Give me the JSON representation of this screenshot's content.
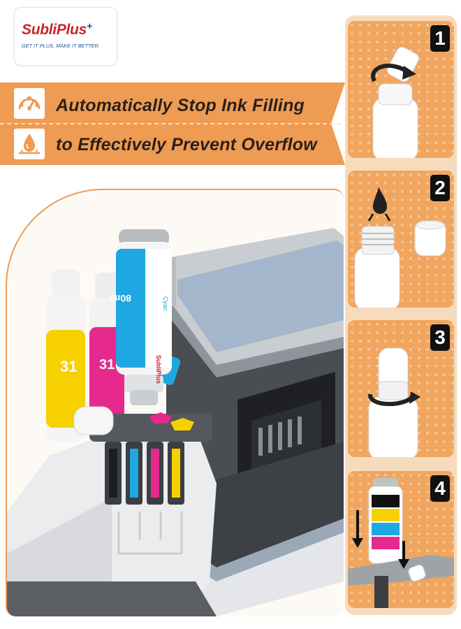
{
  "brand": {
    "name": "SubliPlus",
    "plus_mark": "+",
    "tagline": "GET IT PLUS, MAKE IT BETTER."
  },
  "features": [
    {
      "icon": "gauge-icon",
      "text": "Automatically Stop Ink Filling"
    },
    {
      "icon": "ink-drop-icon",
      "text": "to Effectively Prevent Overflow"
    }
  ],
  "product": {
    "bottle_number": "31",
    "bottle_volume": "80ml",
    "bottle_color_name": "Cyan",
    "bottle_brand": "SubliPlus"
  },
  "steps": [
    {
      "number": "1"
    },
    {
      "number": "2"
    },
    {
      "number": "3"
    },
    {
      "number": "4"
    }
  ],
  "colors": {
    "accent_orange": "#ee9b53",
    "step_panel": "#f1a660",
    "steps_column": "#f6dcbc",
    "brand_red": "#c9242b",
    "brand_blue": "#1d4a9e",
    "cyan": "#1ea7e1",
    "magenta": "#e6298c",
    "yellow": "#f7d000"
  }
}
